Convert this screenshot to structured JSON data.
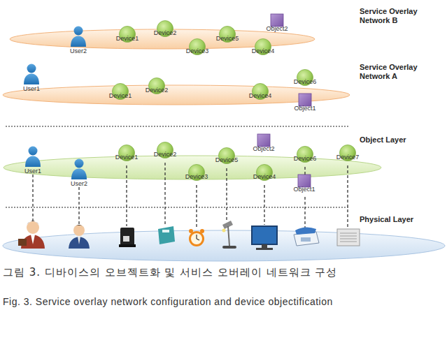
{
  "diagram": {
    "caption": "그림 3. 디바이스의 오브젝트화 및 서비스 오버레이 네트워크 구성",
    "nodes": [
      {
        "text": [
          "Service Overlay Network B"
        ]
      },
      {
        "text": [
          "User2"
        ],
        "in": 0
      },
      {
        "text": [
          "Device1"
        ],
        "in": 0
      },
      {
        "text": [
          "Device2"
        ],
        "in": 0
      },
      {
        "text": [
          "Device3"
        ],
        "in": 0
      },
      {
        "text": [
          "Device5"
        ],
        "in": 0
      },
      {
        "text": [
          "Device4"
        ],
        "in": 0
      },
      {
        "text": [
          "Object2"
        ],
        "in": 0
      },
      {
        "text": [
          "Service Overlay Network A"
        ]
      },
      {
        "text": [
          "User1"
        ],
        "in": 8
      },
      {
        "text": [
          "Device1"
        ],
        "in": 8
      },
      {
        "text": [
          "Device2"
        ],
        "in": 8
      },
      {
        "text": [
          "Device4"
        ],
        "in": 8
      },
      {
        "text": [
          "Device6"
        ],
        "in": 8
      },
      {
        "text": [
          "Object1"
        ],
        "in": 8
      },
      {
        "text": [
          "Object Layer"
        ]
      },
      {
        "text": [
          "User1"
        ],
        "in": 15
      },
      {
        "text": [
          "User2"
        ],
        "in": 15
      },
      {
        "text": [
          "Device1"
        ],
        "in": 15
      },
      {
        "text": [
          "Device2"
        ],
        "in": 15
      },
      {
        "text": [
          "Device3"
        ],
        "in": 15
      },
      {
        "text": [
          "Device5"
        ],
        "in": 15
      },
      {
        "text": [
          "Object2"
        ],
        "in": 15
      },
      {
        "text": [
          "Device4"
        ],
        "in": 15
      },
      {
        "text": [
          "Device6"
        ],
        "in": 15
      },
      {
        "text": [
          "Object1"
        ],
        "in": 15
      },
      {
        "text": [
          "Device7"
        ],
        "in": 15
      },
      {
        "text": [
          "Physical Layer"
        ]
      }
    ],
    "labels": [
      "Fig. 3. Service overlay network configuration and device objectification"
    ]
  }
}
